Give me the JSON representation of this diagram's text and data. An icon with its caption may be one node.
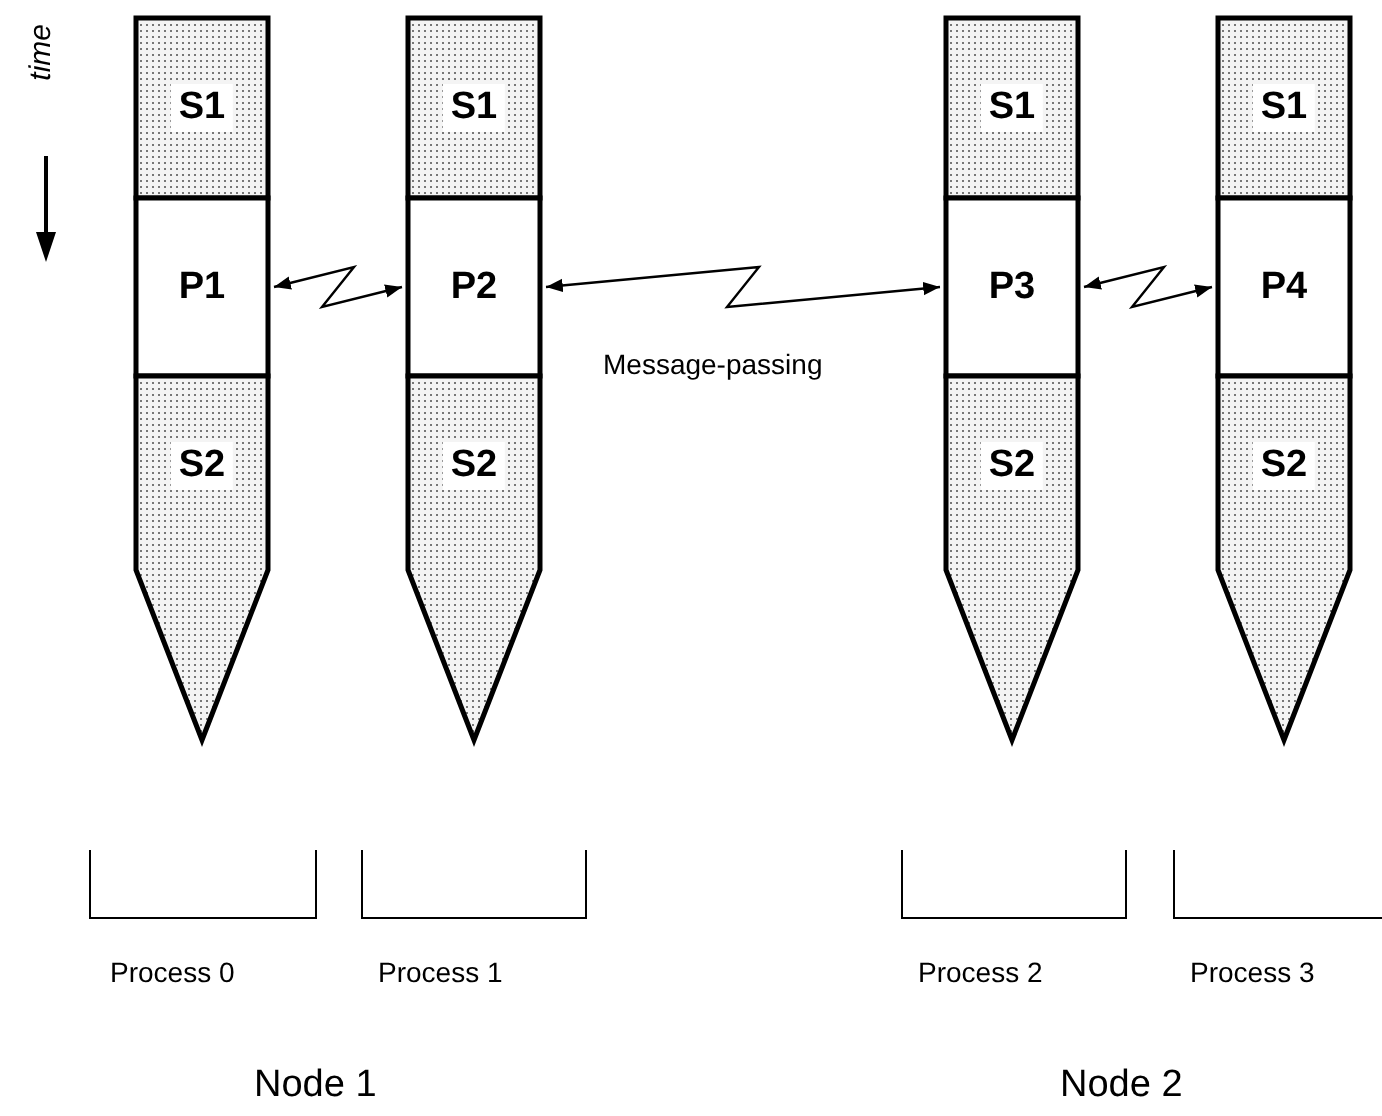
{
  "diagram": {
    "nodes": [
      {
        "text": [
          "S1"
        ]
      },
      {
        "text": [
          "S1"
        ]
      },
      {
        "text": [
          "S1"
        ]
      },
      {
        "text": [
          "S1"
        ]
      },
      {
        "text": [
          "P1"
        ]
      },
      {
        "text": [
          "P2"
        ]
      },
      {
        "text": [
          "P3"
        ]
      },
      {
        "text": [
          "P4"
        ]
      },
      {
        "text": [
          "S2"
        ]
      },
      {
        "text": [
          "S2"
        ]
      },
      {
        "text": [
          "S2"
        ]
      },
      {
        "text": [
          "S2"
        ]
      }
    ],
    "edges": [
      {
        "from": 4,
        "to": 5,
        "arrow": "both"
      },
      {
        "from": 5,
        "to": 6,
        "arrow": "both",
        "label": "Message-passing"
      },
      {
        "from": 6,
        "to": 7,
        "arrow": "both"
      }
    ],
    "labels": [
      "time",
      "Process 0",
      "Process 1",
      "Process 2",
      "Process 3",
      "Node 1",
      "Node 2"
    ]
  }
}
